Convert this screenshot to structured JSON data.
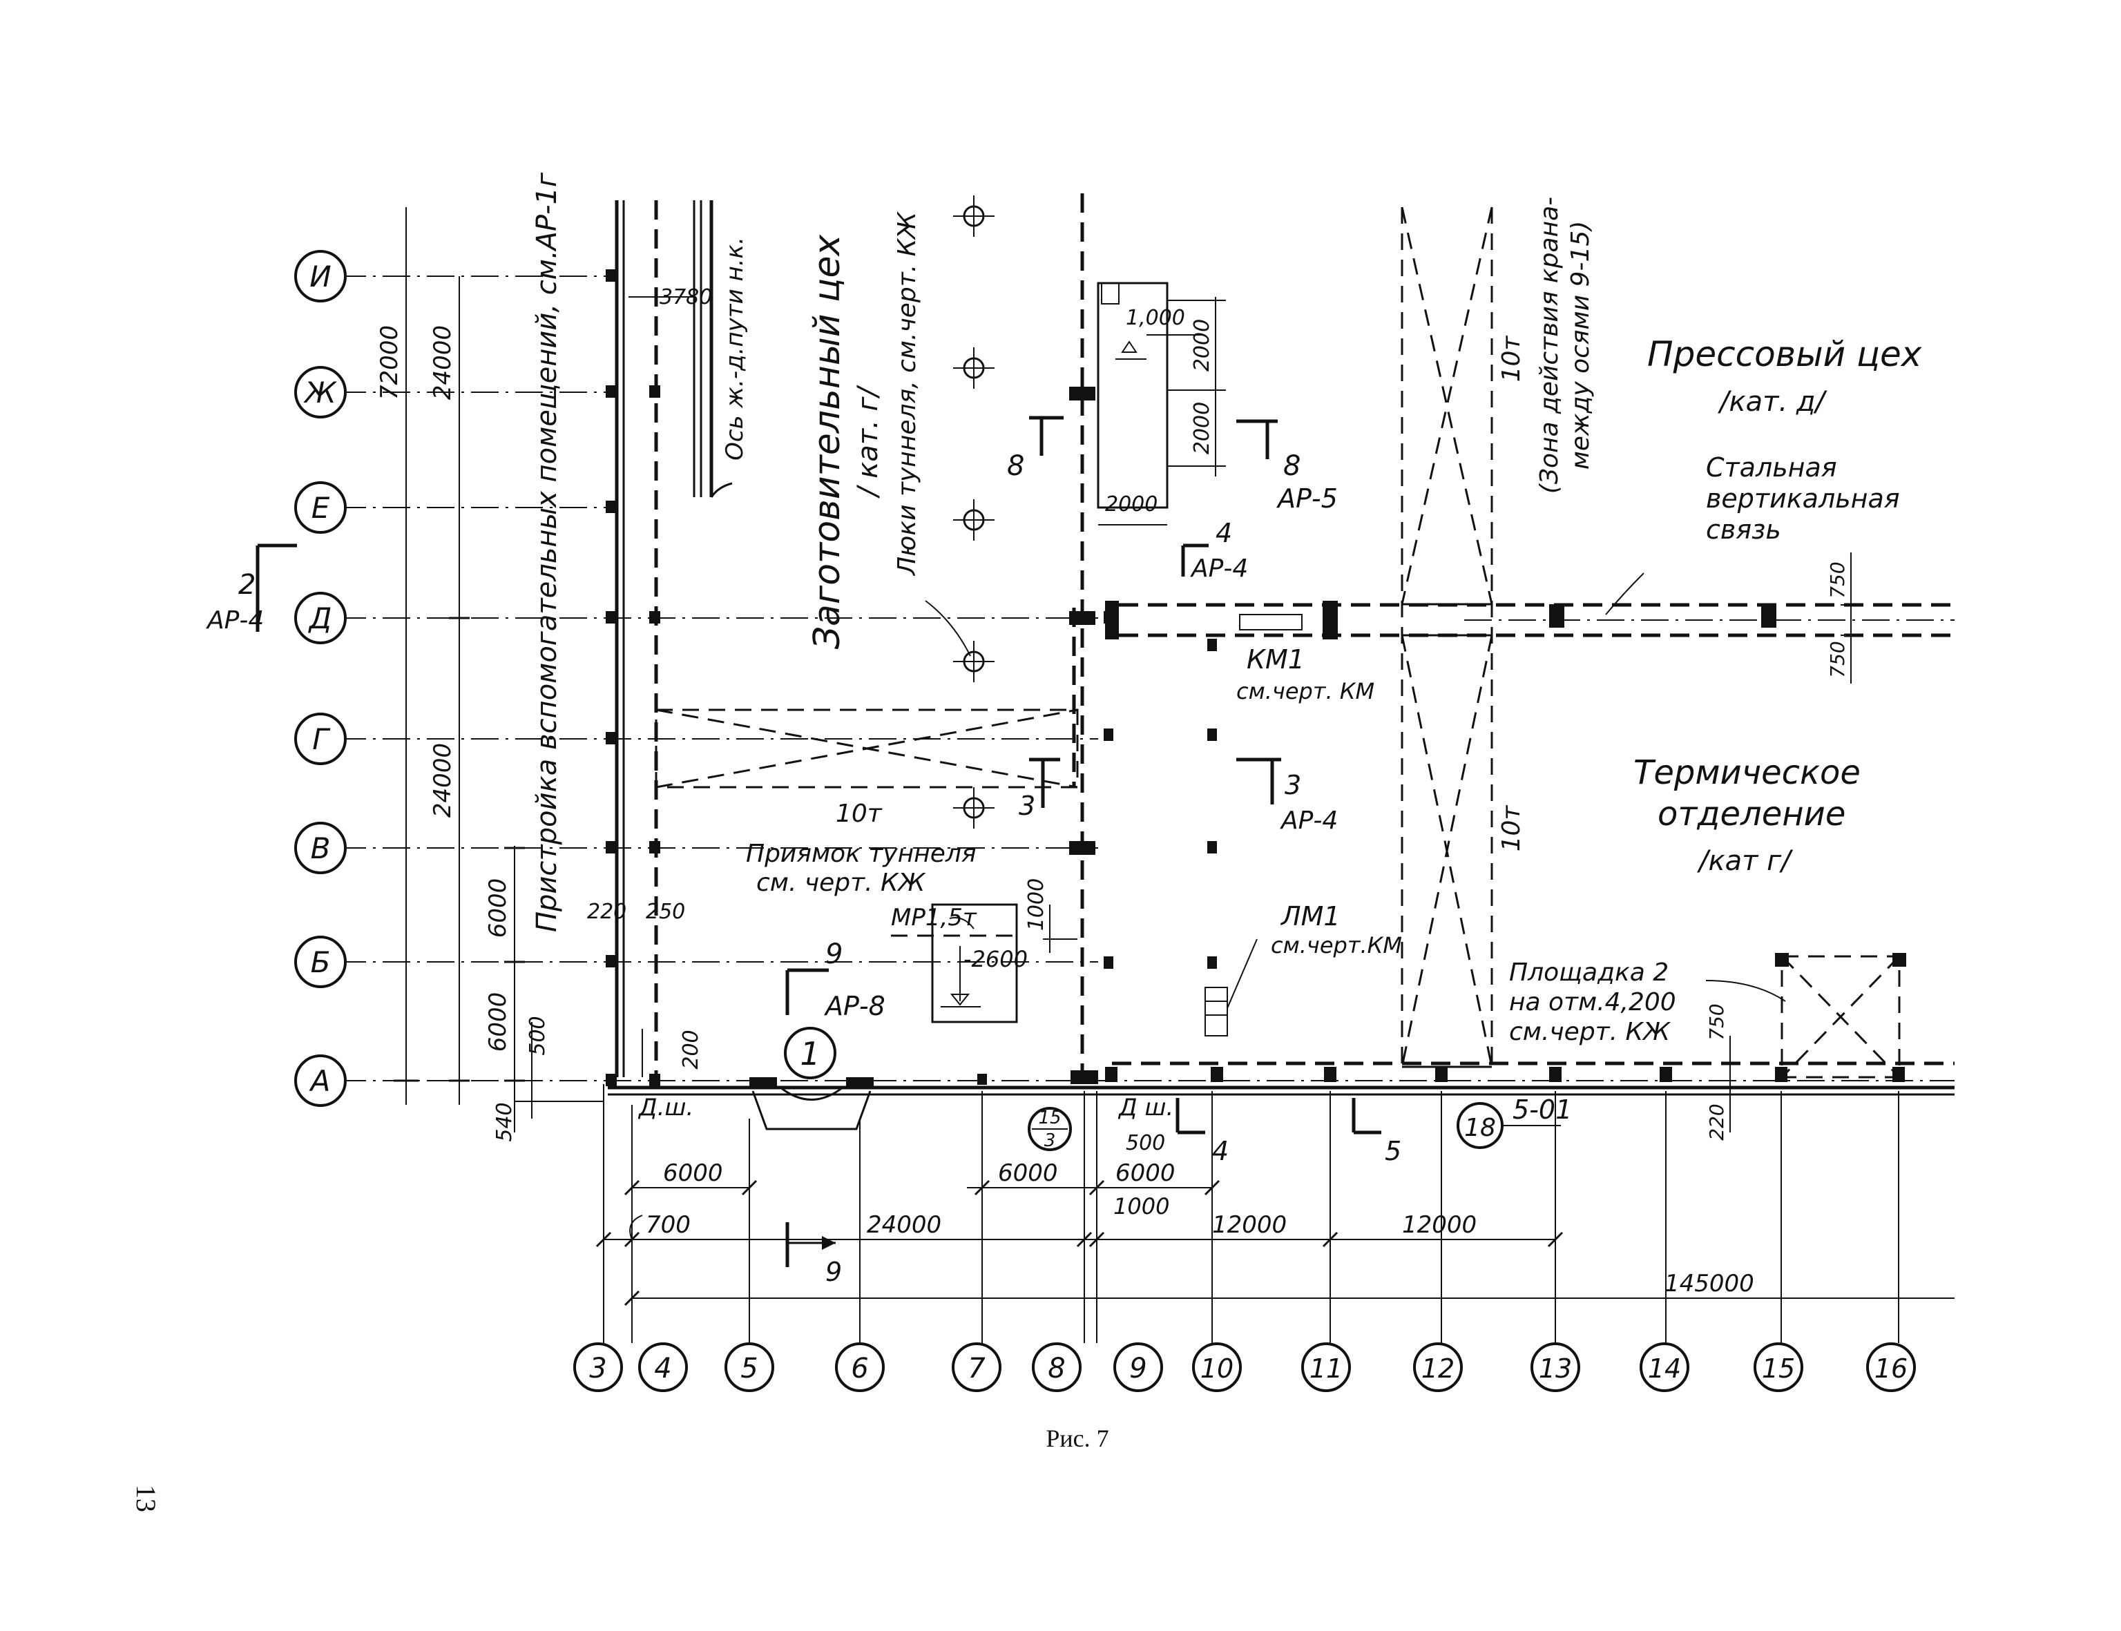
{
  "page_number": "13",
  "caption": "Рис. 7",
  "axes_rows": [
    "И",
    "Ж",
    "Е",
    "Д",
    "Г",
    "В",
    "Б",
    "А"
  ],
  "axes_cols": [
    "3",
    "4",
    "5",
    "6",
    "7",
    "8",
    "9",
    "10",
    "11",
    "12",
    "13",
    "14",
    "15",
    "16"
  ],
  "left_dims": {
    "total": "72000",
    "part_top": "24000",
    "part_mid": "24000",
    "b_v": "6000",
    "a_b": "6000",
    "small_500": "500",
    "small_540": "540"
  },
  "bottom_dims": {
    "d6000_a": "6000",
    "d6000_b": "6000",
    "d6000_c": "6000",
    "d700": "700",
    "d24000": "24000",
    "d1000": "1000",
    "d12000_a": "12000",
    "d12000_b": "12000",
    "d145000": "145000",
    "d500": "500",
    "d200": "200",
    "d220": "220",
    "d250": "250",
    "d220b": "220"
  },
  "texts": {
    "annex": "Пристройка вспомогательных помещений, см.АР-1г",
    "rail_axis": "Ось ж.-д.пути н.к.",
    "dim3780": "3780",
    "zagot_title": "Заготовительный цех",
    "zagot_cat": "/ кат. г/",
    "lyuki": "Люки туннеля, см.черт. КЖ",
    "press_title": "Прессовый цех",
    "press_cat": "/кат. д/",
    "crane_zone_1": "(Зона действия крана-",
    "crane_zone_2": "между осями 9-15)",
    "steel_brace_1": "Стальная",
    "steel_brace_2": "вертикальная",
    "steel_brace_3": "связь",
    "term_1": "Термическое",
    "term_2": "отделение",
    "term_cat": "/кат г/",
    "km1": "КМ1",
    "km1_ref": "см.черт. КМ",
    "lm1": "ЛМ1",
    "lm1_ref": "см.черт.КМ",
    "pit_1": "Приямок туннеля",
    "pit_2": "см. черт. КЖ",
    "crane_mp": "МР1,5т",
    "pit_depth": "-2600",
    "pit_1000": "1000",
    "crane10_a": "10т",
    "crane10_b": "10т",
    "crane10_c": "10т",
    "elev": "1,000",
    "dim2000_a": "2000",
    "dim2000_b": "2000",
    "dim2000_c": "2000",
    "ar5": "АР-5",
    "ar4": "АР-4",
    "ar8": "АР-8",
    "sec8_a": "8",
    "sec8_b": "8",
    "sec4_top": "4",
    "sec3_a": "3",
    "sec3_b": "3",
    "sec2": "2",
    "sec9_a": "9",
    "sec9_b": "9",
    "sec4_bot": "4",
    "sec5": "5",
    "platform_1": "Площадка 2",
    "platform_2": "на отм.4,200",
    "platform_3": "см.черт. КЖ",
    "dim750_a": "750",
    "dim750_b": "750",
    "dim750_c": "750",
    "gate1": "1",
    "dsh_a": "Д.ш.",
    "dsh_b": "Д ш.",
    "node15": "15",
    "node3": "3",
    "node18": "18",
    "sheet501": "5-01"
  }
}
